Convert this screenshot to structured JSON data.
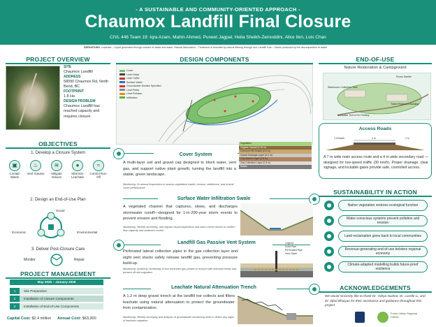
{
  "header": {
    "tagline": "- A SUSTAINABLE AND COMMUNITY-ORIENTED APPROACH -",
    "title": "Chaumox Landfill Final Closure",
    "team": "CIVL 446 Team 19: Iqra Azam, Mahin Ahmed, Puneet Jagpal, Heila Sheikh-Zeinoddini, Alice Ilen, Lois Chan"
  },
  "definitions": {
    "label": "DEFINITIONS",
    "text": "Leachate – Liquid generated through contact of waste and water; Natural Attenuation – Treatment of leachate by natural filtering through soil; Landfill Gas – Gases produced by the decomposition of waste"
  },
  "overview": {
    "title": "PROJECT OVERVIEW",
    "site_label": "SITE",
    "site_value": "Chaumox Landfill",
    "address_label": "ADDRESS",
    "address_value": "58090 Chaumox Rd, North Bend, BC",
    "footprint_label": "FOOTPRINT",
    "footprint_value": "1.8 Ha",
    "problem_label": "DESIGN PROBLEM",
    "problem_value": "Chaumox Landfill has reached capacity and requires closure."
  },
  "objectives": {
    "title": "OBJECTIVES",
    "obj1": "1. Develop a Closure System",
    "icons": [
      {
        "label": "Contain Waste",
        "icon": "box-icon"
      },
      {
        "label": "Vent Gasses",
        "icon": "vent-icon"
      },
      {
        "label": "Mitigate Odours",
        "icon": "nose-icon"
      },
      {
        "label": "Minimize Leachate",
        "icon": "drop-icon"
      },
      {
        "label": "Control Run-Off",
        "icon": "wave-icon"
      }
    ],
    "obj2": "2. Design an End-of-Use Plan",
    "social": "Social",
    "economic": "Economic",
    "environmental": "Environmental",
    "obj3": "3. Deliver Post-Closure Care",
    "monitor": "Monitor",
    "repair": "Repair"
  },
  "management": {
    "title": "PROJECT MANAGEMENT",
    "period": "May 2025 – January 2026",
    "rows": [
      {
        "num": "1",
        "text": "Site Preparation"
      },
      {
        "num": "2",
        "text": "Installation of Closure Components"
      },
      {
        "num": "3",
        "text": "Installation of End-of-Use Components"
      }
    ],
    "capital_label": "Capital Cost:",
    "capital_value": "$2.4 million",
    "annual_label": "Annual Cost:",
    "annual_value": "$63,300"
  },
  "design": {
    "title": "DESIGN COMPONENTS",
    "legend": [
      "Cover",
      "Limit Fields",
      "Leak Traffic",
      "Surface Water",
      "Groundwater Monitor Specified",
      "Limit Fields",
      "Limit Pollution",
      "Infiltration"
    ],
    "cover": {
      "title": "Cover System",
      "body": "A multi-layer soil and gravel cap designed to block water, vent gas, and support native plant growth, turning the landfill into a stable, green landscape.",
      "monitor": "Monitoring: 3x annual inspections to assess vegetation health, erosion, settlement, and overall cover performance.",
      "layers": [
        "Vegetation",
        "Organic Topsoil (0.15 m)",
        "Common Fill Growth (0.5 m)",
        "Gravel Drainage Layer (0.2 m)",
        "Clay Barrier Layer (0.6 m)",
        "Gas Collection Layer (0.3 m)",
        "Waste"
      ]
    },
    "swale": {
      "title": "Surface Water Infiltration Swale",
      "body": "A vegetated channel that captures, slows, and discharges stormwater runoff—designed for 1-in-200-year storm events to prevent erosion and flooding.",
      "monitor": "Monitoring: Weekly surveying, and regular visual inspections and storm event checks to confirm flow capacity and sediment control."
    },
    "gas": {
      "title": "Landfill Gas Passive Vent System",
      "body": "Perforated lateral collection pipes in the gas collection layer and eight vent stacks safely release landfill gas, preventing pressure build-up.",
      "monitor": "Monitoring: Quarterly monitoring of four perimeter gas probes to ensure safe methane levels and prevent off-site migration.",
      "labels": [
        "Legend",
        "Solid Pipe",
        "Perforated Pipe",
        "Vent Stack"
      ]
    },
    "leachate": {
      "title": "Leachate Natural Attenuation Trench",
      "body": "A 1.2 m deep gravel trench at the landfill toe collects and filters leachate using natural attenuation to protect the groundwater from contamination.",
      "monitor": "Monitoring: Weekly surveying and analysis at groundwater monitoring wells to detect any signs of leachate migration."
    }
  },
  "end_of_use": {
    "title": "END-OF-USE",
    "subtitle": "Nature Restoration & Campground",
    "map_labels": [
      "Picnic Shelter",
      "Washroom Collection Tank",
      "Trailer Restroom Building",
      "Campsite Tent & RV Parking"
    ]
  },
  "roads": {
    "title": "Access Roads",
    "dims": [
      "1:18 bank",
      "4 m",
      "2 m"
    ],
    "body": "A 7 m wide main access route and a 4 m wide secondary road — designed for low-speed traffic (30 km/h). Proper drainage, clear signage, and lockable gates provide safe, controlled access."
  },
  "sustainability": {
    "title": "SUSTAINABILITY IN ACTION",
    "items": [
      "Native vegetation restores ecological function",
      "Water-conscious systems prevent pollution and erosion",
      "Land reclamation gives back to local communities",
      "Revenue-generating end-of-use bolsters regional economy",
      "Climate-adapted modelling builds future-proof resilience"
    ]
  },
  "ack": {
    "title": "ACKNOWLEDGEMENTS",
    "body": "We would sincerely like to thank Dr. Yahya Nazhat, Dr. Lorelle Li, and Dr. Iqbal Bhuiyan for their assistance and guidance throughout this project",
    "logo2": "Fraser Valley Regional District"
  },
  "colors": {
    "primary": "#18907a",
    "dark": "#0f6b5b",
    "light": "#d7ebe4"
  }
}
